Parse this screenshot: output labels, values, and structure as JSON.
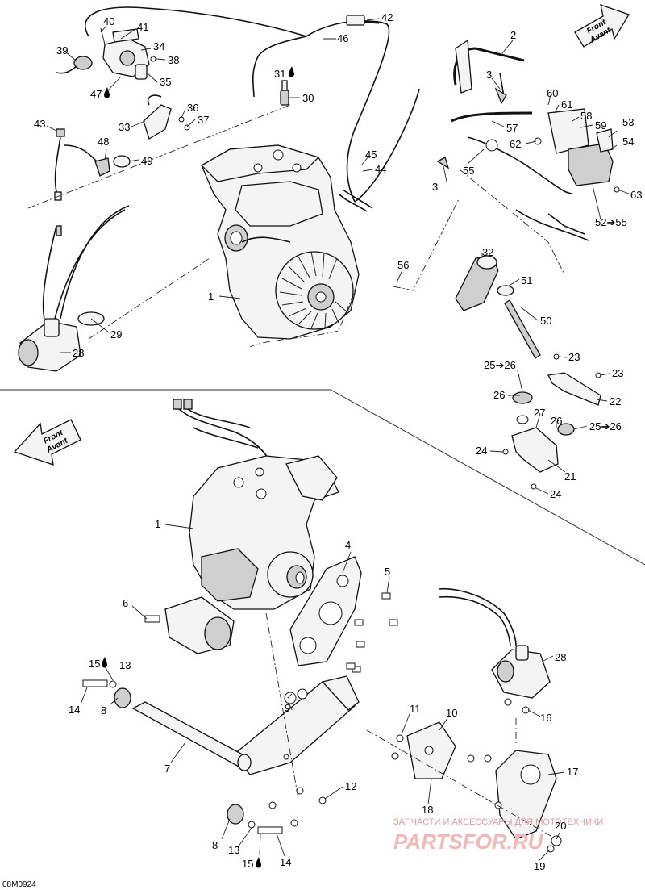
{
  "drawing": {
    "reference_code": "08M0924",
    "front_label_line1": "Front",
    "front_label_line2": "Avant"
  },
  "watermark": {
    "tagline": "ЗАПЧАСТИ И АКСЕССУАРЫ ДЛЯ МОТОТЕХНИКИ",
    "brand": "PARTSFOR.RU"
  },
  "callouts": {
    "c1a": "1",
    "c2": "2",
    "c3a": "3",
    "c3b": "3",
    "c4": "4",
    "c5": "5",
    "c6": "6",
    "c7": "7",
    "c8a": "8",
    "c8b": "8",
    "c9": "9",
    "c10": "10",
    "c11": "11",
    "c12": "12",
    "c13a": "13",
    "c13b": "13",
    "c14a": "14",
    "c14b": "14",
    "c15a": "15",
    "c15b": "15",
    "c16": "16",
    "c17": "17",
    "c18": "18",
    "c19": "19",
    "c20": "20",
    "c21": "21",
    "c22": "22",
    "c23a": "23",
    "c23b": "23",
    "c24a": "24",
    "c24b": "24",
    "c2526a": "25➔26",
    "c2526b": "25➔26",
    "c26a": "26",
    "c26b": "26",
    "c27": "27",
    "c28a": "28",
    "c28b": "28",
    "c29": "29",
    "c30": "30",
    "c31": "31",
    "c32": "32",
    "c33": "33",
    "c34": "34",
    "c35": "35",
    "c36": "36",
    "c37": "37",
    "c38": "38",
    "c39": "39",
    "c40": "40",
    "c41": "41",
    "c42": "42",
    "c43": "43",
    "c44": "44",
    "c45": "45",
    "c46": "46",
    "c47": "47",
    "c48": "48",
    "c49": "49",
    "c50": "50",
    "c51": "51",
    "c5255": "52➔55",
    "c53": "53",
    "c54": "54",
    "c55": "55",
    "c56": "56",
    "c57": "57",
    "c58": "58",
    "c59": "59",
    "c60": "60",
    "c61": "61",
    "c62": "62",
    "c63": "63",
    "c1b": "1"
  }
}
